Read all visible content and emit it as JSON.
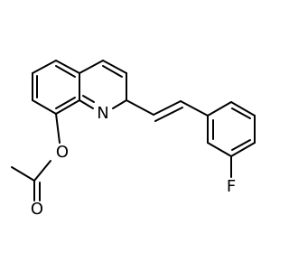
{
  "molecule": {
    "atom_labels": {
      "nitrogen": "N",
      "oxygen_ester": "O",
      "oxygen_carbonyl": "O",
      "fluorine": "F"
    },
    "colors": {
      "stroke": "#000000",
      "background": "#ffffff"
    }
  }
}
